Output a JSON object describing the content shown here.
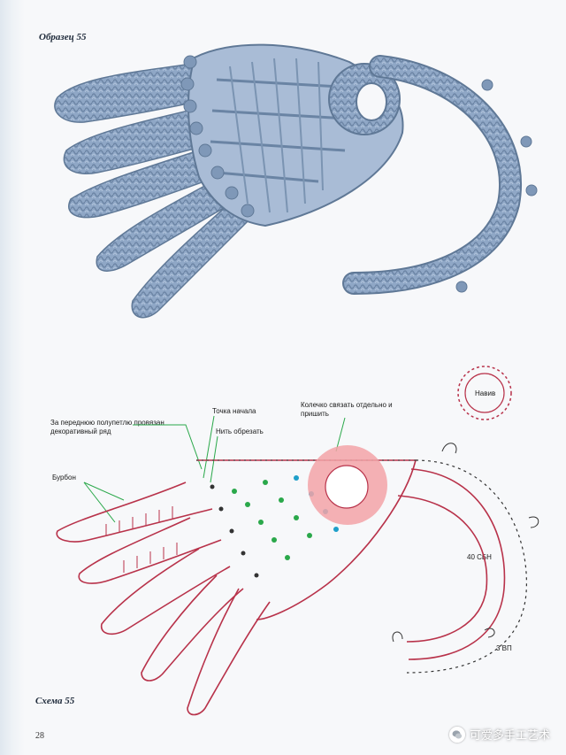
{
  "sample_title": "Образец 55",
  "scheme_title": "Схема 55",
  "page_number": "28",
  "labels": {
    "front_loop_note": "За переднюю полупетлю провязан декоративный ряд",
    "start_point": "Точка начала",
    "cut_thread": "Нить обрезать",
    "ring_note": "Колечко связать отдельно и пришить",
    "bourbon": "Бурбон",
    "nakid": "Навив",
    "sc_count": "40 СБН",
    "chain_3": "3 ВП"
  },
  "watermark": "可爱多手工艺术",
  "colors": {
    "yarn": "#8fa7c6",
    "yarn_dark": "#5f7896",
    "diagram_red": "#b8324a",
    "diagram_green": "#2aa84a",
    "diagram_cyan": "#1e9fc9",
    "ring_pink": "#f3a3a7"
  },
  "icons": [
    "wechat-icon"
  ]
}
